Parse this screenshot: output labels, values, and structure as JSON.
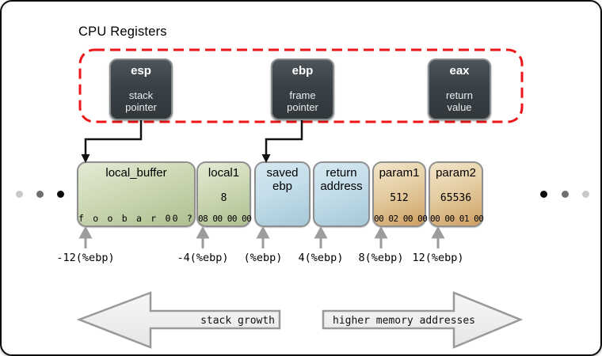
{
  "title": "CPU Registers",
  "registers": [
    {
      "name": "esp",
      "role_line1": "stack",
      "role_line2": "pointer"
    },
    {
      "name": "ebp",
      "role_line1": "frame",
      "role_line2": "pointer"
    },
    {
      "name": "eax",
      "role_line1": "return",
      "role_line2": "value"
    }
  ],
  "stack": {
    "cells": [
      {
        "label": "local_buffer",
        "bytes": "f o o b a r 00 ?",
        "offset": "-12(%ebp)"
      },
      {
        "label": "local1",
        "value": "8",
        "bytes": "08 00 00 00",
        "offset": "-4(%ebp)"
      },
      {
        "label": "saved",
        "label2": "ebp",
        "offset": "(%ebp)"
      },
      {
        "label": "return",
        "label2": "address",
        "offset": "4(%ebp)"
      },
      {
        "label": "param1",
        "value": "512",
        "bytes": "00 02 00 00",
        "offset": "8(%ebp)"
      },
      {
        "label": "param2",
        "value": "65536",
        "bytes": "00 00 01 00",
        "offset": "12(%ebp)"
      }
    ]
  },
  "flow_arrows": {
    "left_label": "stack growth",
    "right_label": "higher memory addresses"
  },
  "colors": {
    "register_box": "#3a4146",
    "dashed_outline": "#ed1515",
    "local_cell_green": "#c6d3ab",
    "saved_cell_blue": "#bedae7",
    "param_cell_tan": "#e0c191",
    "big_arrow_fill": "#f2f2f2",
    "connector_black": "#111111",
    "pointer_gray": "#9c9c9c"
  }
}
